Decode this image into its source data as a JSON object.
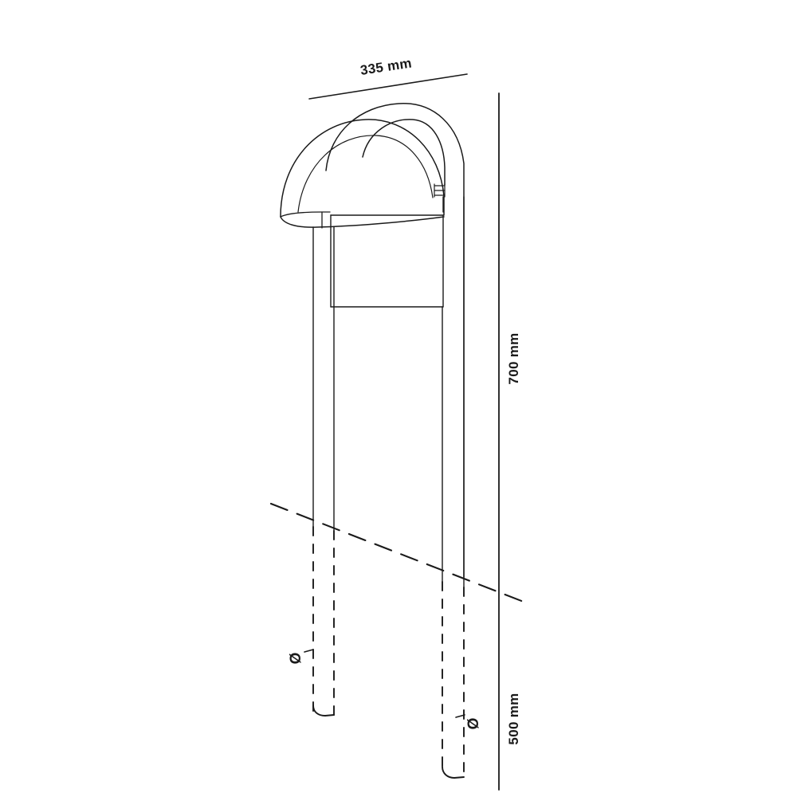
{
  "drawing": {
    "title": "Bollard Path Light Dimensional Drawing",
    "background_color": "#ffffff",
    "line_color": "#1a1a1a",
    "stroke_width": 1.4,
    "dimensions": {
      "width_label": "335 mm",
      "height_label": "700 mm",
      "buried_depth_label": "500 mm",
      "diameter_symbol_left": "Ø",
      "diameter_symbol_right": "Ø"
    },
    "annotations": [
      {
        "name": "overall-width",
        "text": "335 mm",
        "units": "mm",
        "value": 335,
        "orientation": "horizontal-leader"
      },
      {
        "name": "above-ground-height",
        "text": "700 mm",
        "units": "mm",
        "value": 700,
        "orientation": "vertical-rotated"
      },
      {
        "name": "below-ground-depth",
        "text": "500 mm",
        "units": "mm",
        "value": 500,
        "orientation": "vertical-rotated"
      },
      {
        "name": "left-stake-diameter",
        "text": "Ø",
        "orientation": "rotated"
      },
      {
        "name": "right-stake-diameter",
        "text": "Ø",
        "orientation": "rotated"
      }
    ],
    "parts": [
      {
        "name": "dome-shade-outer",
        "type": "arc"
      },
      {
        "name": "dome-shade-inner",
        "type": "arc"
      },
      {
        "name": "shade-bottom-rim",
        "type": "ellipse-edge"
      },
      {
        "name": "support-arm",
        "type": "curved-arm"
      },
      {
        "name": "arm-joint-detail",
        "type": "threaded-collar"
      },
      {
        "name": "lamp-body-rectangle",
        "type": "rectangle"
      },
      {
        "name": "front-pole",
        "type": "vertical-tube"
      },
      {
        "name": "rear-pole",
        "type": "vertical-tube"
      },
      {
        "name": "ground-line",
        "type": "dashed-diagonal"
      },
      {
        "name": "left-buried-stake",
        "type": "dashed-tube"
      },
      {
        "name": "right-buried-stake",
        "type": "dashed-tube"
      },
      {
        "name": "vertical-dimension-line",
        "type": "dimension-line"
      },
      {
        "name": "width-leader-line",
        "type": "leader-line"
      }
    ]
  }
}
